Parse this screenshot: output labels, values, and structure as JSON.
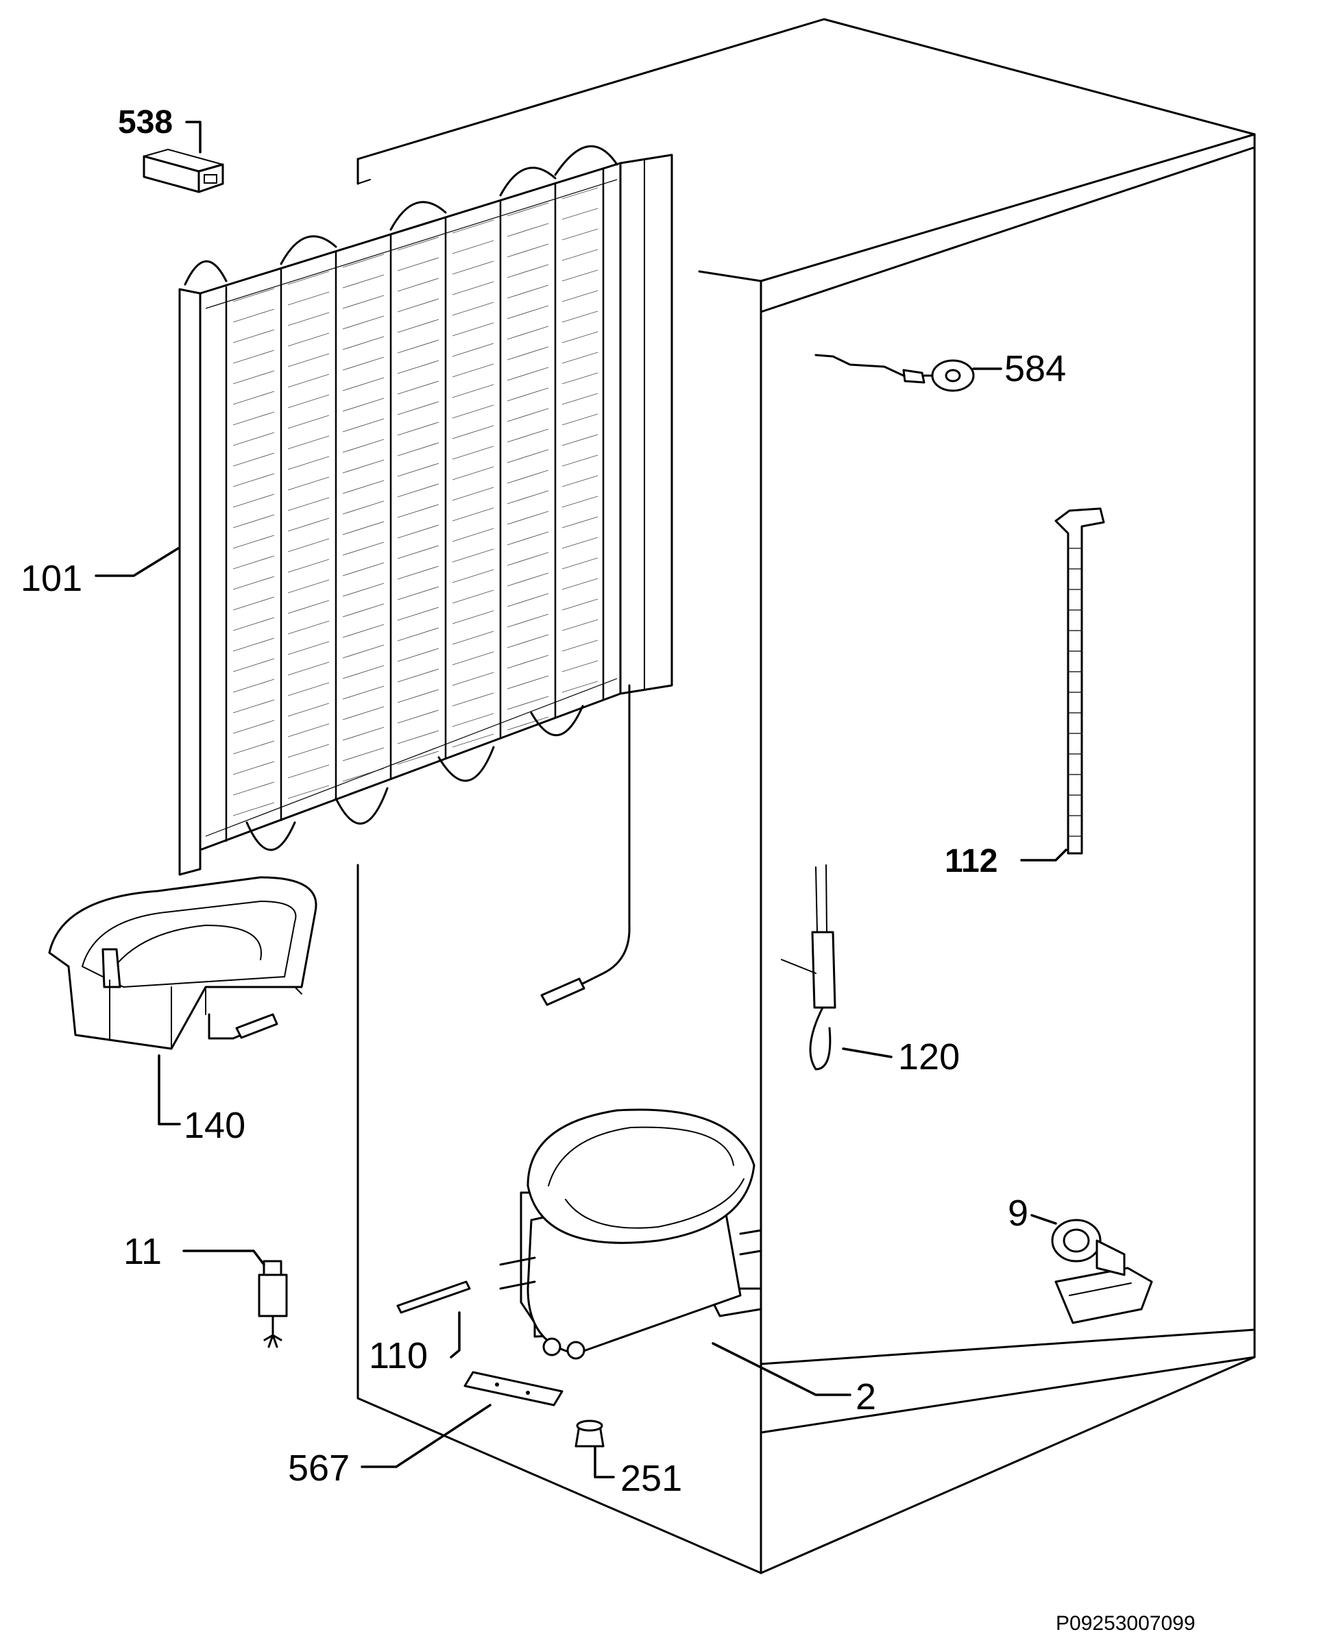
{
  "parts": [
    {
      "id": "p538",
      "number": "538",
      "name": "connector"
    },
    {
      "id": "p584",
      "number": "584",
      "name": "sensor-probe"
    },
    {
      "id": "p101",
      "number": "101",
      "name": "condenser"
    },
    {
      "id": "p112",
      "number": "112",
      "name": "drain-hose"
    },
    {
      "id": "p120",
      "number": "120",
      "name": "wiring-loom"
    },
    {
      "id": "p140",
      "number": "140",
      "name": "drip-tray"
    },
    {
      "id": "p11",
      "number": "11",
      "name": "relay"
    },
    {
      "id": "p9",
      "number": "9",
      "name": "cable-clamp"
    },
    {
      "id": "p110",
      "number": "110",
      "name": "tube"
    },
    {
      "id": "p2",
      "number": "2",
      "name": "compressor"
    },
    {
      "id": "p567",
      "number": "567",
      "name": "mounting-plate"
    },
    {
      "id": "p251",
      "number": "251",
      "name": "grommet"
    }
  ],
  "reference_code": "P09253007099"
}
